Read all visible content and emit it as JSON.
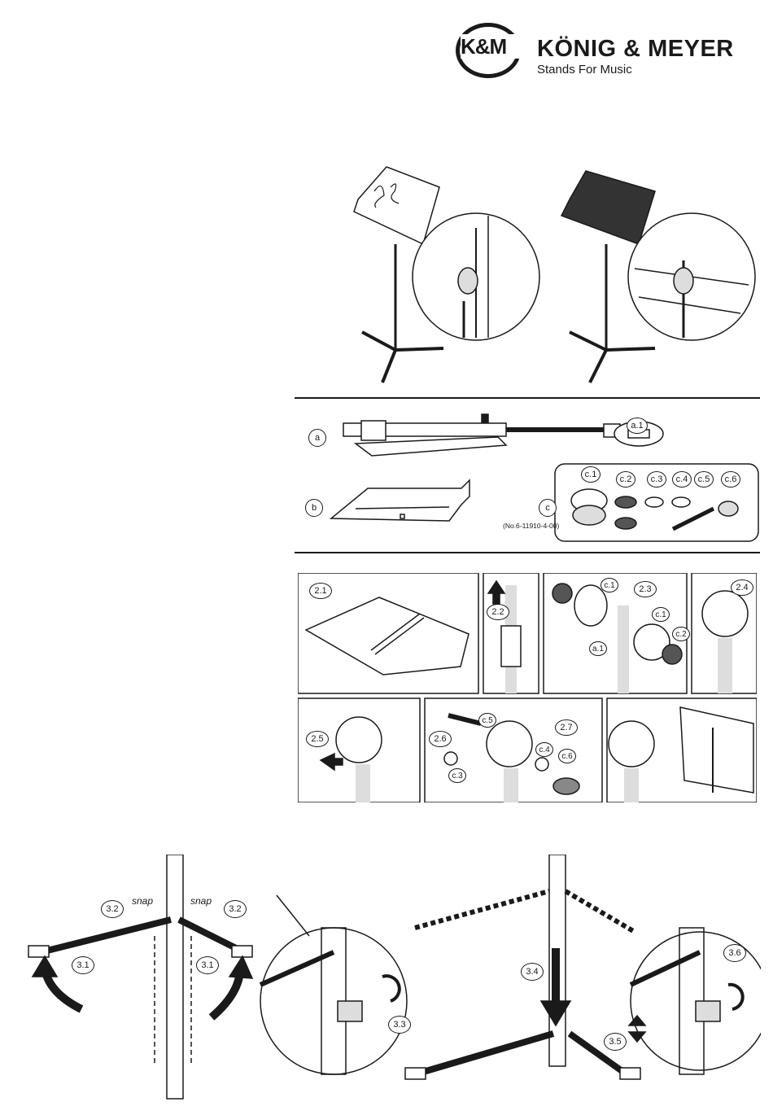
{
  "header": {
    "logo_text": "K&M",
    "brand_name": "KÖNIG & MEYER",
    "tagline": "Stands For Music"
  },
  "parts": {
    "a": "a",
    "a1": "a.1",
    "b": "b",
    "c": "c",
    "c1": "c.1",
    "c2": "c.2",
    "c3": "c.3",
    "c4": "c.4",
    "c5": "c.5",
    "c6": "c.6",
    "article_no": "(No.6-11910-4-00)"
  },
  "steps": {
    "s21": "2.1",
    "s22": "2.2",
    "s23": "2.3",
    "s24": "2.4",
    "s25": "2.5",
    "s26": "2.6",
    "s27": "2.7",
    "s31": "3.1",
    "s32": "3.2",
    "s33": "3.3",
    "s34": "3.4",
    "s35": "3.5",
    "s36": "3.6",
    "snap": "snap"
  }
}
